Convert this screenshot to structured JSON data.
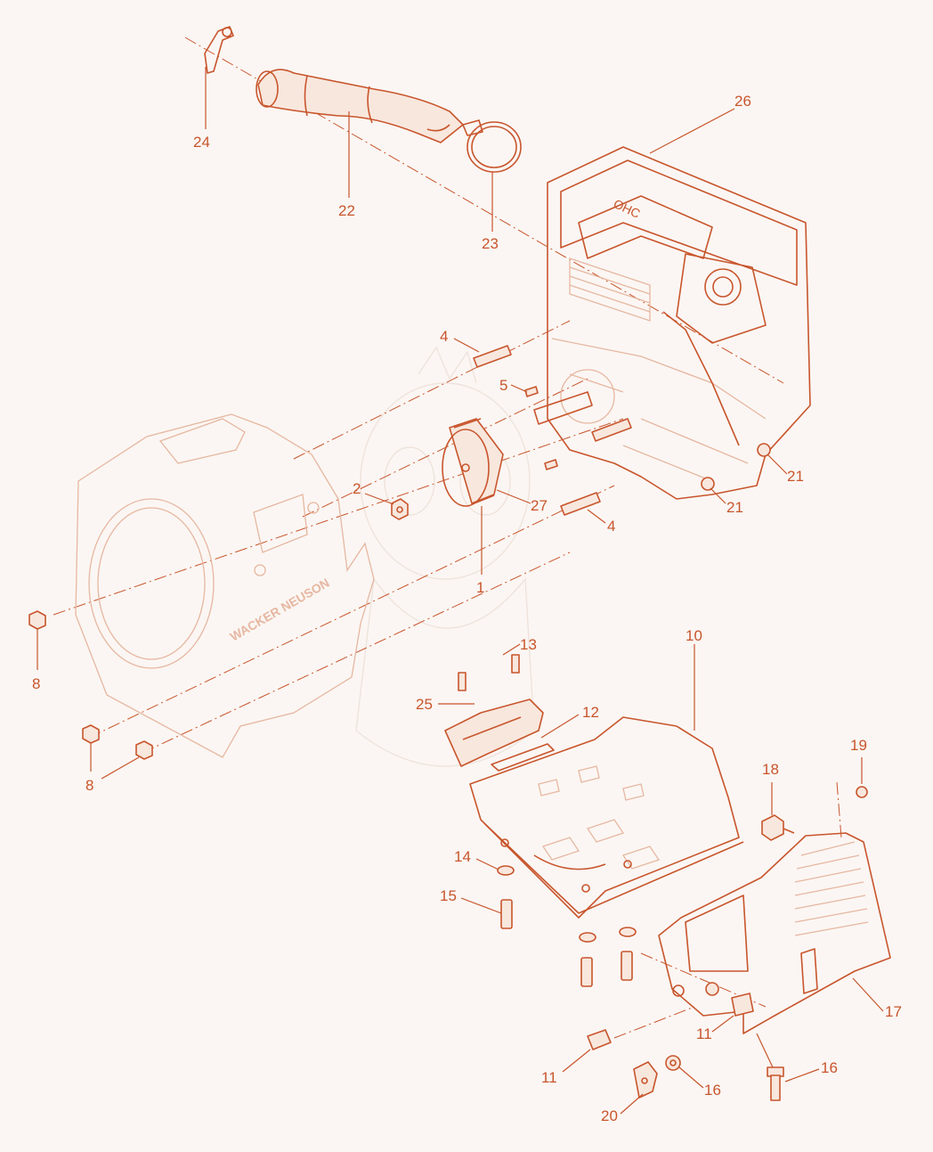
{
  "callouts": {
    "c1": "1",
    "c2": "2",
    "c4a": "4",
    "c4b": "4",
    "c5": "5",
    "c8a": "8",
    "c8b": "8",
    "c10": "10",
    "c11a": "11",
    "c11b": "11",
    "c12": "12",
    "c13": "13",
    "c14": "14",
    "c15": "15",
    "c16a": "16",
    "c16b": "16",
    "c17": "17",
    "c18": "18",
    "c19": "19",
    "c20": "20",
    "c21a": "21",
    "c21b": "21",
    "c22": "22",
    "c23": "23",
    "c24": "24",
    "c25": "25",
    "c26": "26",
    "c27": "27"
  },
  "engine_label": "OHC",
  "housing_logo": "WACKER NEUSON",
  "colors": {
    "line": "#c8552c",
    "background": "#fbf6f3",
    "watermark": "#efe3dc"
  }
}
